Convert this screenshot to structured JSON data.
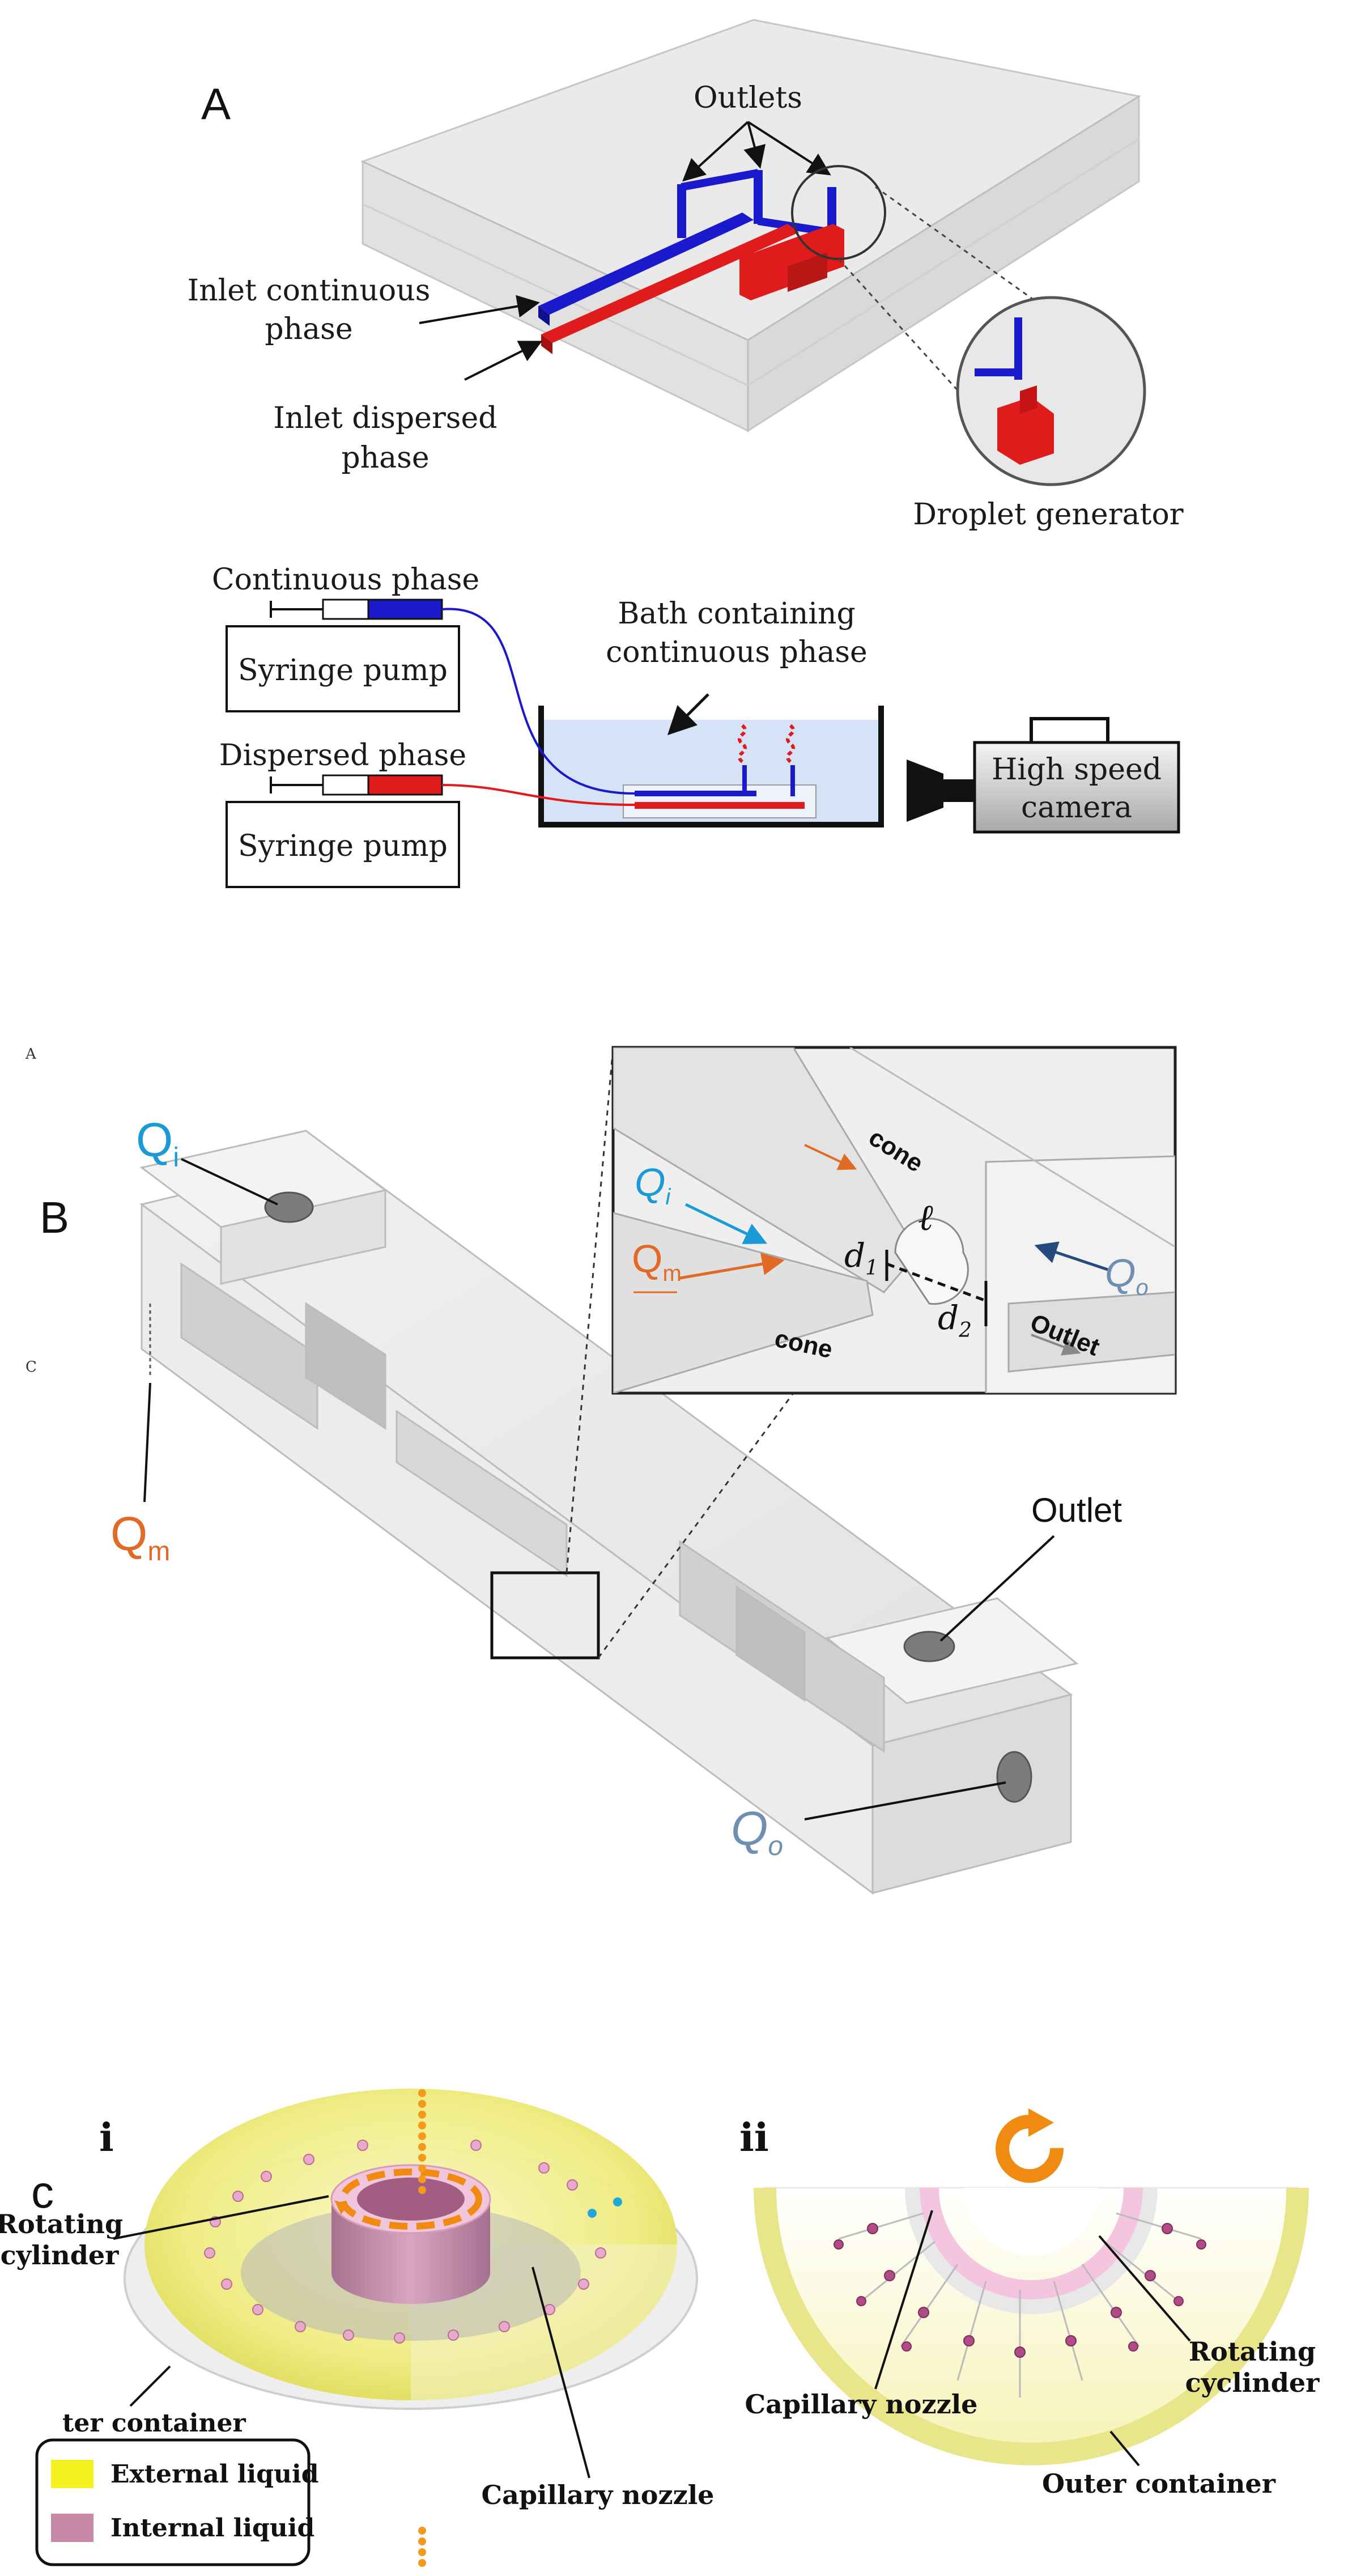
{
  "panel_a": {
    "letter": "A",
    "outlets": "Outlets",
    "inlet_continuous": [
      "Inlet continuous",
      "phase"
    ],
    "inlet_dispersed": [
      "Inlet dispersed",
      "phase"
    ],
    "droplet_generator": "Droplet generator",
    "continuous_phase": "Continuous phase",
    "dispersed_phase": "Dispersed phase",
    "syringe_pump_1": "Syringe pump",
    "syringe_pump_2": "Syringe pump",
    "bath": [
      "Bath containing",
      "continuous phase"
    ],
    "camera": [
      "High speed",
      "camera"
    ]
  },
  "panel_b": {
    "small_a": "A",
    "small_c": "C",
    "letter": "B",
    "qi": "Q",
    "qi_sub": "i",
    "qm": "Q",
    "qm_sub": "m",
    "qo": "Q",
    "qo_sub": "o",
    "outlet": "Outlet",
    "inset": {
      "cone_top": "cone",
      "cone_bottom": "cone",
      "qi": "Q",
      "qi_sub": "i",
      "qm": "Q",
      "qm_sub": "m",
      "qo": "Q",
      "qo_sub": "o",
      "d1": "d",
      "d1_sub": "1",
      "d2": "d",
      "d2_sub": "2",
      "ell": "ℓ",
      "outlet": "Outlet"
    }
  },
  "panel_c": {
    "letter": "c",
    "sub_i": "i",
    "sub_ii": "ii",
    "rotating_cylinder": [
      "Rotating",
      "cylinder"
    ],
    "outer_container_cut": "ter container",
    "capillary_nozzle_i": "Capillary nozzle",
    "capillary_nozzle_ii": "Capillary nozzle",
    "rotating_cylinder_ii": [
      "Rotating",
      "cyclinder"
    ],
    "outer_container_ii": "Outer container",
    "legend": {
      "external": "External liquid",
      "internal": "Internal liquid"
    }
  },
  "colors": {
    "blue_channel": "#1a1acc",
    "red_channel": "#e01b1b",
    "qi": "#1a9ad6",
    "qm": "#e06a26",
    "qo": "#6f8fb0",
    "external_liquid": "#f5f020",
    "internal_liquid": "#c889a6",
    "orange_arrow": "#f08a10"
  }
}
